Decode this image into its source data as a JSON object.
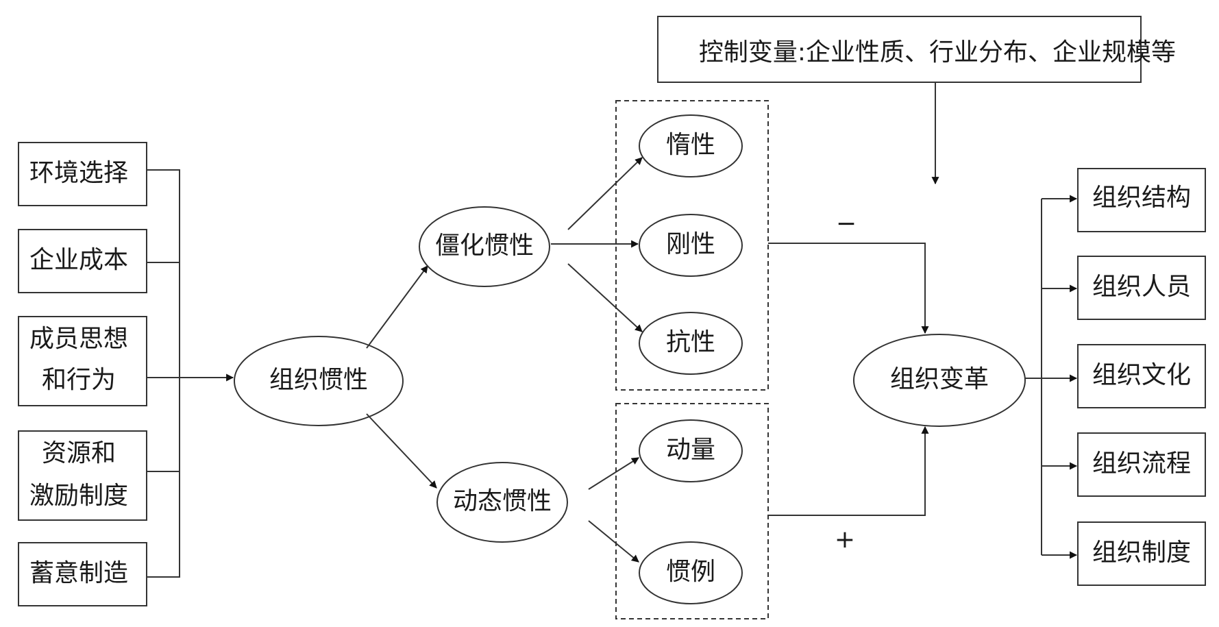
{
  "control": {
    "label": "控制变量:企业性质、行业分布、企业规模等"
  },
  "antecedents": [
    "环境选择",
    "企业成本",
    [
      "成员思想",
      "和行为"
    ],
    [
      "资源和",
      "激励制度"
    ],
    "蓄意制造"
  ],
  "core": {
    "label": "组织惯性"
  },
  "rigid": {
    "label": "僵化惯性",
    "children": [
      "惰性",
      "刚性",
      "抗性"
    ]
  },
  "dynamic": {
    "label": "动态惯性",
    "children": [
      "动量",
      "惯例"
    ]
  },
  "change": {
    "label": "组织变革"
  },
  "signs": {
    "negative": "−",
    "positive": "+"
  },
  "outcomes": [
    "组织结构",
    "组织人员",
    "组织文化",
    "组织流程",
    "组织制度"
  ],
  "colors": {
    "line": "#333333",
    "text": "#1a1a1a",
    "background": "#ffffff"
  }
}
